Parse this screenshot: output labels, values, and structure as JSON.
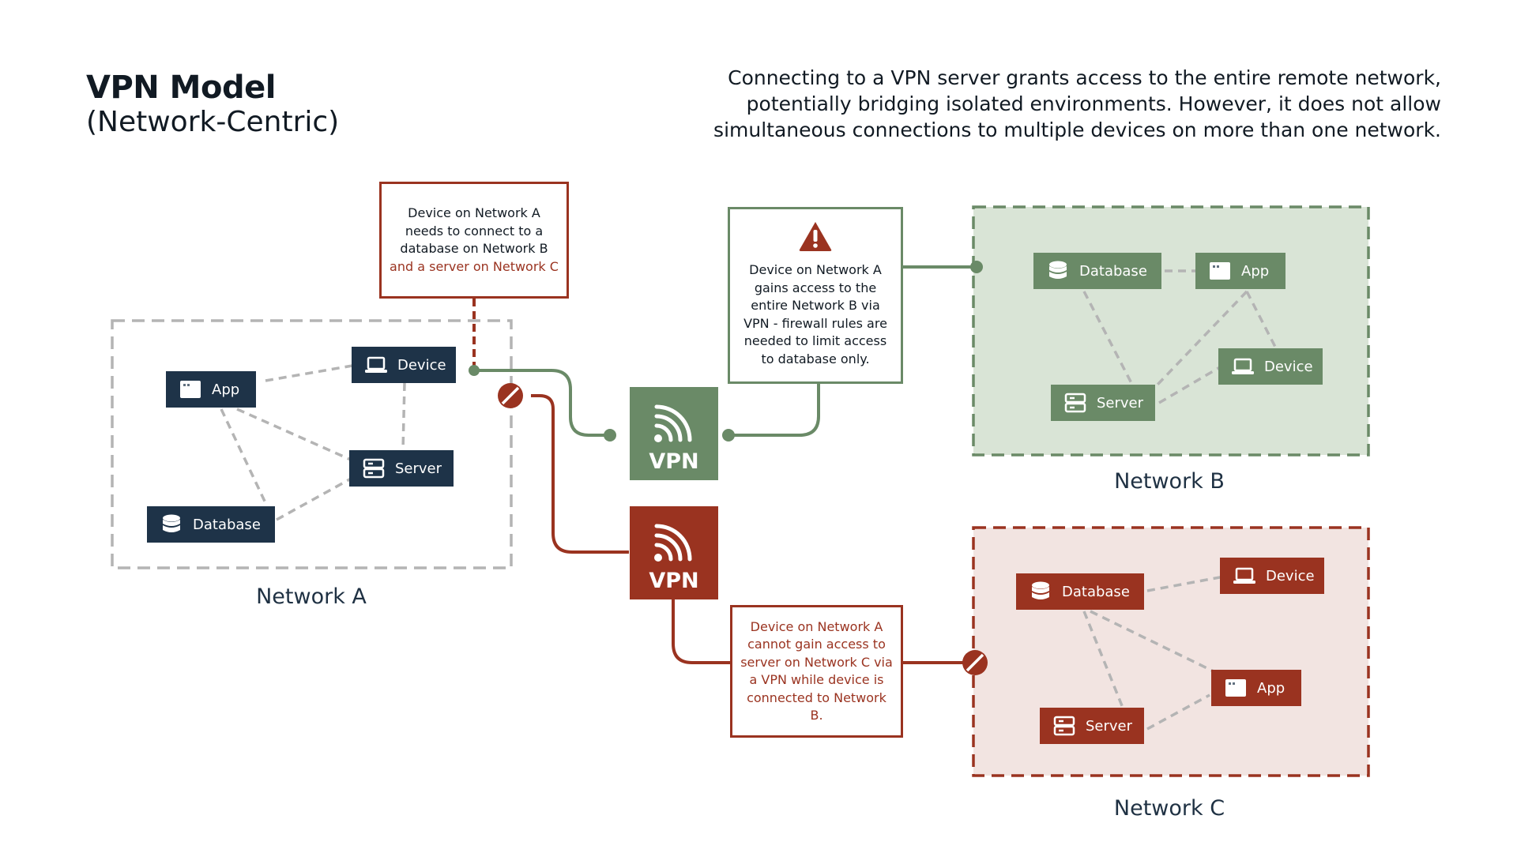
{
  "header": {
    "title": "VPN Model",
    "subtitle": "(Network-Centric)",
    "description": "Connecting to a VPN server grants access to the entire remote network, potentially bridging isolated environments. However, it does not allow simultaneous connections to multiple devices on more than one network."
  },
  "networks": {
    "a": {
      "label": "Network A",
      "nodes": {
        "app": "App",
        "device": "Device",
        "server": "Server",
        "database": "Database"
      }
    },
    "b": {
      "label": "Network B",
      "nodes": {
        "database": "Database",
        "app": "App",
        "device": "Device",
        "server": "Server"
      }
    },
    "c": {
      "label": "Network C",
      "nodes": {
        "database": "Database",
        "device": "Device",
        "app": "App",
        "server": "Server"
      }
    }
  },
  "vpn": {
    "green_label": "VPN",
    "red_label": "VPN"
  },
  "callouts": {
    "need": {
      "line1": "Device on Network A needs to connect to a database on Network B",
      "line2": "and a server on Network C"
    },
    "gains": "Device on Network A gains access to the entire Network B via VPN - firewall rules are needed to limit access to database only.",
    "cannot": "Device on Network A cannot gain access to server on Network C via a VPN while device is connected to Network B."
  },
  "colors": {
    "navy": "#1e3348",
    "green": "#6a8a67",
    "red": "#9a3320",
    "green_bg": "#d9e4d6",
    "red_bg": "#f2e4e1",
    "dashed_gray": "#b4b4b4"
  }
}
